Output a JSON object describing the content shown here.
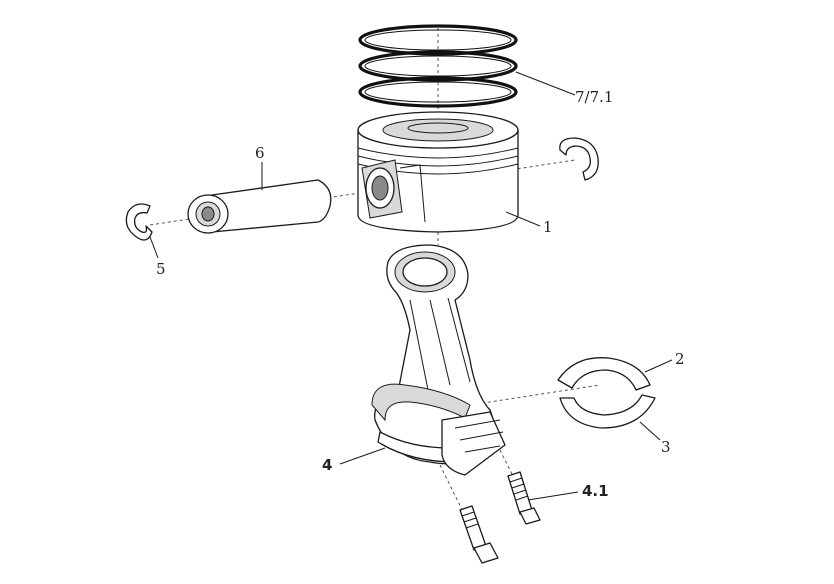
{
  "labels": {
    "rings": "7/7.1",
    "pin": "6",
    "piston": "1",
    "circlip": "5",
    "bearing_upper": "2",
    "bearing_lower": "3",
    "rod": "4",
    "bolt": "4.1"
  },
  "colors": {
    "line": "#1a1a1a",
    "background": "#ffffff"
  }
}
